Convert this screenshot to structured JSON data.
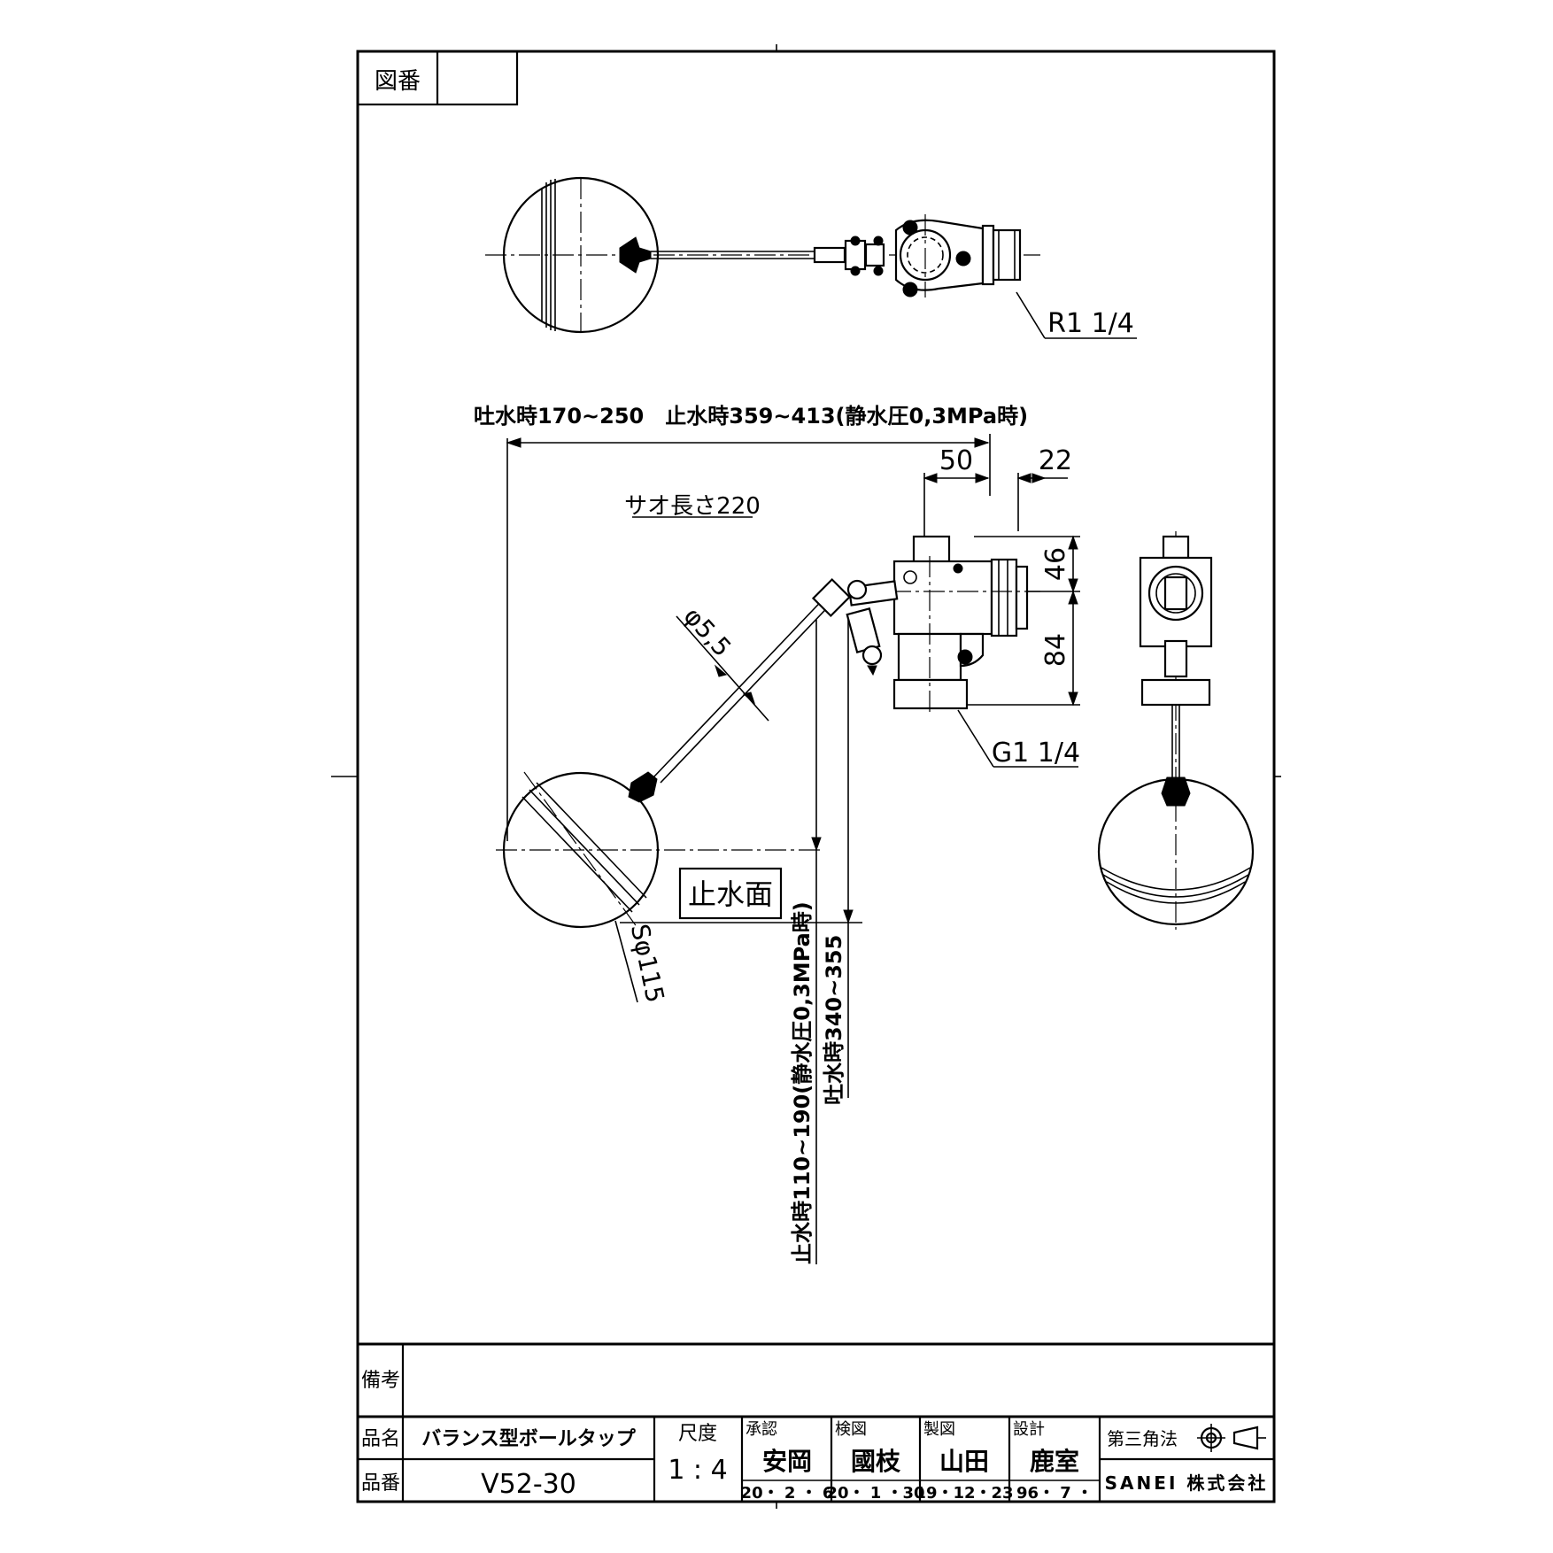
{
  "frame": {
    "drawing_number_label": "図番",
    "drawing_number_value": ""
  },
  "dimensions": {
    "top_connection": "R1 1/4",
    "horizontal_reach": "吐水時170~250　止水時359~413(静水圧0,3MPa時)",
    "rod_length": "サオ長さ220",
    "dim_50": "50",
    "dim_22": "22",
    "dim_46": "46",
    "dim_84": "84",
    "rod_diameter": "φ5,5",
    "inlet_thread": "G1 1/4",
    "ball_diameter": "Sφ115",
    "water_stop_surface": "止水面",
    "vertical_stop": "止水時110~190(静水圧0,3MPa時)",
    "vertical_discharge": "吐水時340~355"
  },
  "title_block": {
    "remarks_label": "備考",
    "remarks_value": "",
    "product_name_label": "品名",
    "product_name": "バランス型ボールタップ",
    "product_number_label": "品番",
    "product_number": "V52-30",
    "scale_label": "尺度",
    "scale_value": "1 : 4",
    "approval_label": "承認",
    "approval_name": "安岡",
    "approval_date": "20・ 2 ・ 6",
    "inspection_label": "検図",
    "inspection_name": "國枝",
    "inspection_date": "20・ 1 ・30",
    "drafting_label": "製図",
    "drafting_name": "山田",
    "drafting_date": "19・12・23",
    "design_label": "設計",
    "design_name": "鹿室",
    "design_date": "96・ 7 ・",
    "projection_label": "第三角法",
    "projection_icon": "third-angle-projection-symbol",
    "company": "SANEI 株式会社"
  }
}
